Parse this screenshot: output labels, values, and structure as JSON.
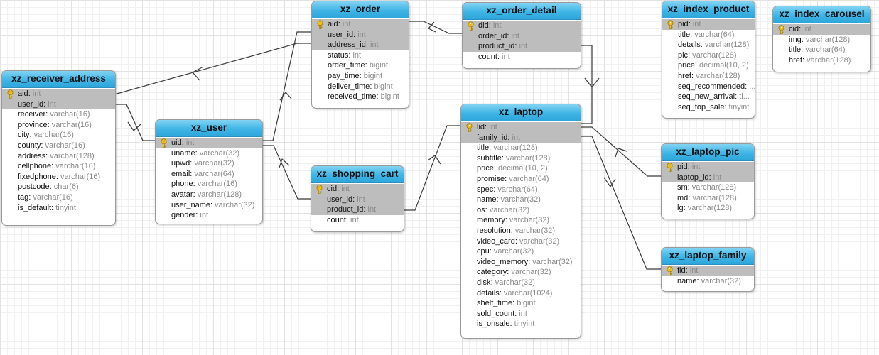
{
  "tables": [
    {
      "id": "xz_order",
      "name": "xz_order",
      "fields": [
        {
          "name": "aid",
          "type": "int",
          "pk": true
        },
        {
          "name": "user_id",
          "type": "int",
          "key": true
        },
        {
          "name": "address_id",
          "type": "int",
          "key": true
        },
        {
          "name": "status",
          "type": "int"
        },
        {
          "name": "order_time",
          "type": "bigint"
        },
        {
          "name": "pay_time",
          "type": "bigint"
        },
        {
          "name": "deliver_time",
          "type": "bigint"
        },
        {
          "name": "received_time",
          "type": "bigint"
        }
      ]
    },
    {
      "id": "xz_order_detail",
      "name": "xz_order_detail",
      "fields": [
        {
          "name": "did",
          "type": "int",
          "pk": true
        },
        {
          "name": "order_id",
          "type": "int",
          "key": true
        },
        {
          "name": "product_id",
          "type": "int",
          "key": true
        },
        {
          "name": "count",
          "type": "int"
        }
      ]
    },
    {
      "id": "xz_index_product",
      "name": "xz_index_product",
      "fields": [
        {
          "name": "pid",
          "type": "int",
          "pk": true
        },
        {
          "name": "title",
          "type": "varchar(64)"
        },
        {
          "name": "details",
          "type": "varchar(128)"
        },
        {
          "name": "pic",
          "type": "varchar(128)"
        },
        {
          "name": "price",
          "type": "decimal(10, 2)"
        },
        {
          "name": "href",
          "type": "varchar(128)"
        },
        {
          "name": "seq_recommended",
          "type": "..."
        },
        {
          "name": "seq_new_arrival",
          "type": "ti..."
        },
        {
          "name": "seq_top_sale",
          "type": "tinyint"
        }
      ]
    },
    {
      "id": "xz_index_carousel",
      "name": "xz_index_carousel",
      "fields": [
        {
          "name": "cid",
          "type": "int",
          "pk": true
        },
        {
          "name": "img",
          "type": "varchar(128)"
        },
        {
          "name": "title",
          "type": "varchar(64)"
        },
        {
          "name": "href",
          "type": "varchar(128)"
        }
      ]
    },
    {
      "id": "xz_receiver_address",
      "name": "xz_receiver_address",
      "fields": [
        {
          "name": "aid",
          "type": "int",
          "pk": true
        },
        {
          "name": "user_id",
          "type": "int",
          "key": true
        },
        {
          "name": "receiver",
          "type": "varchar(16)"
        },
        {
          "name": "province",
          "type": "varchar(16)"
        },
        {
          "name": "city",
          "type": "varchar(16)"
        },
        {
          "name": "county",
          "type": "varchar(16)"
        },
        {
          "name": "address",
          "type": "varchar(128)"
        },
        {
          "name": "cellphone",
          "type": "varchar(16)"
        },
        {
          "name": "fixedphone",
          "type": "varchar(16)"
        },
        {
          "name": "postcode",
          "type": "char(6)"
        },
        {
          "name": "tag",
          "type": "varchar(16)"
        },
        {
          "name": "is_default",
          "type": "tinyint"
        }
      ]
    },
    {
      "id": "xz_user",
      "name": "xz_user",
      "fields": [
        {
          "name": "uid",
          "type": "int",
          "pk": true
        },
        {
          "name": "uname",
          "type": "varchar(32)"
        },
        {
          "name": "upwd",
          "type": "varchar(32)"
        },
        {
          "name": "email",
          "type": "varchar(64)"
        },
        {
          "name": "phone",
          "type": "varchar(16)"
        },
        {
          "name": "avatar",
          "type": "varchar(128)"
        },
        {
          "name": "user_name",
          "type": "varchar(32)"
        },
        {
          "name": "gender",
          "type": "int"
        }
      ]
    },
    {
      "id": "xz_shopping_cart",
      "name": "xz_shopping_cart",
      "fields": [
        {
          "name": "cid",
          "type": "int",
          "pk": true
        },
        {
          "name": "user_id",
          "type": "int",
          "key": true
        },
        {
          "name": "product_id",
          "type": "int",
          "key": true
        },
        {
          "name": "count",
          "type": "int"
        }
      ]
    },
    {
      "id": "xz_laptop",
      "name": "xz_laptop",
      "fields": [
        {
          "name": "lid",
          "type": "int",
          "pk": true
        },
        {
          "name": "family_id",
          "type": "int",
          "key": true
        },
        {
          "name": "title",
          "type": "varchar(128)"
        },
        {
          "name": "subtitle",
          "type": "varchar(128)"
        },
        {
          "name": "price",
          "type": "decimal(10, 2)"
        },
        {
          "name": "promise",
          "type": "varchar(64)"
        },
        {
          "name": "spec",
          "type": "varchar(64)"
        },
        {
          "name": "name",
          "type": "varchar(32)"
        },
        {
          "name": "os",
          "type": "varchar(32)"
        },
        {
          "name": "memory",
          "type": "varchar(32)"
        },
        {
          "name": "resolution",
          "type": "varchar(32)"
        },
        {
          "name": "video_card",
          "type": "varchar(32)"
        },
        {
          "name": "cpu",
          "type": "varchar(32)"
        },
        {
          "name": "video_memory",
          "type": "varchar(32)"
        },
        {
          "name": "category",
          "type": "varchar(32)"
        },
        {
          "name": "disk",
          "type": "varchar(32)"
        },
        {
          "name": "details",
          "type": "varchar(1024)"
        },
        {
          "name": "shelf_time",
          "type": "bigint"
        },
        {
          "name": "sold_count",
          "type": "int"
        },
        {
          "name": "is_onsale",
          "type": "tinyint"
        }
      ]
    },
    {
      "id": "xz_laptop_pic",
      "name": "xz_laptop_pic",
      "fields": [
        {
          "name": "pid",
          "type": "int",
          "pk": true
        },
        {
          "name": "laptop_id",
          "type": "int",
          "key": true
        },
        {
          "name": "sm",
          "type": "varchar(128)"
        },
        {
          "name": "md",
          "type": "varchar(128)"
        },
        {
          "name": "lg",
          "type": "varchar(128)"
        }
      ]
    },
    {
      "id": "xz_laptop_family",
      "name": "xz_laptop_family",
      "fields": [
        {
          "name": "fid",
          "type": "int",
          "pk": true
        },
        {
          "name": "name",
          "type": "varchar(32)"
        }
      ]
    }
  ],
  "relationships": [
    {
      "from": "xz_order.user_id",
      "to": "xz_user.uid"
    },
    {
      "from": "xz_order.address_id",
      "to": "xz_receiver_address.aid"
    },
    {
      "from": "xz_order_detail.order_id",
      "to": "xz_order.aid"
    },
    {
      "from": "xz_order_detail.product_id",
      "to": "xz_laptop.lid"
    },
    {
      "from": "xz_receiver_address.user_id",
      "to": "xz_user.uid"
    },
    {
      "from": "xz_shopping_cart.user_id",
      "to": "xz_user.uid"
    },
    {
      "from": "xz_shopping_cart.product_id",
      "to": "xz_laptop.lid"
    },
    {
      "from": "xz_laptop_pic.laptop_id",
      "to": "xz_laptop.lid"
    },
    {
      "from": "xz_laptop.family_id",
      "to": "xz_laptop_family.fid"
    }
  ],
  "colors": {
    "header": "#3fb5e6",
    "key_row": "#bdbdbd",
    "line": "#3a3a3a",
    "grid": "#e2e2e2",
    "key_icon": "#e2b300"
  },
  "icons": {
    "primary_key": "key-icon"
  }
}
